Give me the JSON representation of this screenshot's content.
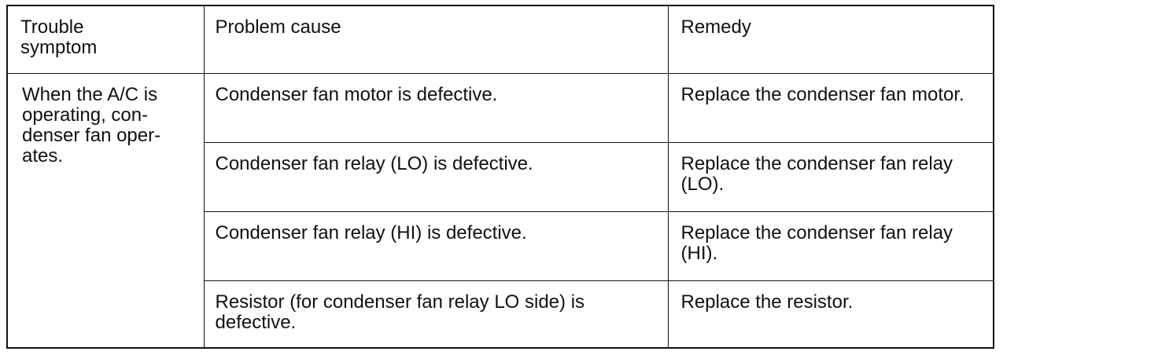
{
  "table": {
    "headers": {
      "symptom_line1": "Trouble",
      "symptom_line2": "symptom",
      "cause": "Problem cause",
      "remedy": "Remedy"
    },
    "symptom": "When the A/C is operating, con-denser fan oper-ates.",
    "rows": [
      {
        "cause": "Condenser fan motor is defective.",
        "remedy": "Replace the condenser fan motor."
      },
      {
        "cause": "Condenser fan relay (LO) is defective.",
        "remedy": "Replace the condenser fan relay (LO)."
      },
      {
        "cause": "Condenser fan relay (HI) is defective.",
        "remedy": "Replace the condenser fan relay (HI)."
      },
      {
        "cause": "Resistor (for condenser fan relay LO side) is defective.",
        "remedy": "Replace the resistor."
      }
    ]
  }
}
